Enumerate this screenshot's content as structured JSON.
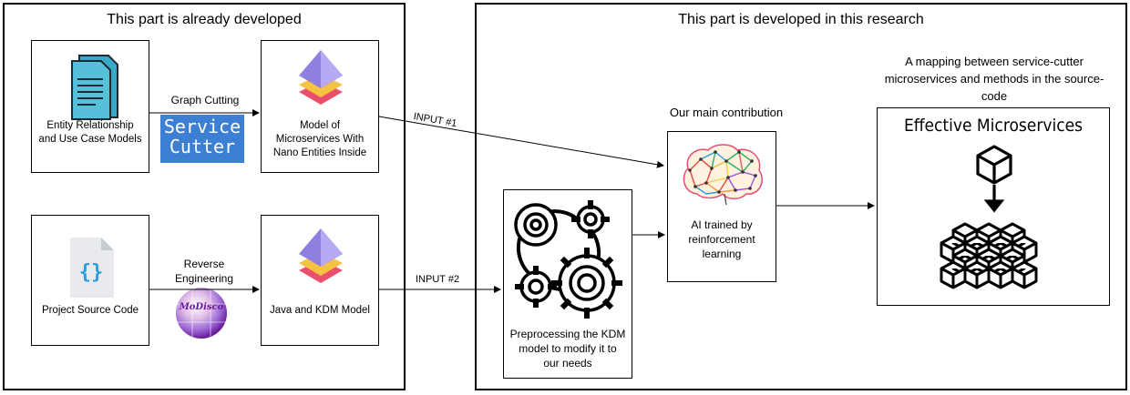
{
  "left_panel": {
    "title": "This part is already developed"
  },
  "right_panel": {
    "title": "This part is developed in this research"
  },
  "nodes": {
    "entity_models": {
      "label": "Entity Relationship and Use Case Models"
    },
    "nano_model": {
      "label": "Model of Microservices With Nano Entities Inside"
    },
    "source_code": {
      "label": "Project Source Code"
    },
    "kdm_model": {
      "label": "Java and KDM Model"
    },
    "preprocessing": {
      "label": "Preprocessing the KDM model to modify it to our needs"
    },
    "ai": {
      "label": "AI trained by reinforcement learning"
    },
    "effective": {
      "title": "Effective Microservices"
    }
  },
  "edges": {
    "graph_cutting": "Graph Cutting",
    "reverse_engineering": "Reverse Engineering",
    "input1": "INPUT #1",
    "input2": "INPUT #2"
  },
  "logos": {
    "service_cutter_line1": "Service",
    "service_cutter_line2": "Cutter",
    "modisco": "MoDisco"
  },
  "annotations": {
    "main_contribution": "Our main contribution",
    "mapping": "A mapping between service-cutter microservices and methods in the source-code"
  },
  "colors": {
    "doc_icon": "#3aa8c8",
    "layers_purple": "#8e7fe0",
    "layers_yellow": "#f5c242",
    "layers_red": "#ea4f6b",
    "service_cutter_bg": "#3d7fd2",
    "code_icon": "#2f9be0"
  }
}
